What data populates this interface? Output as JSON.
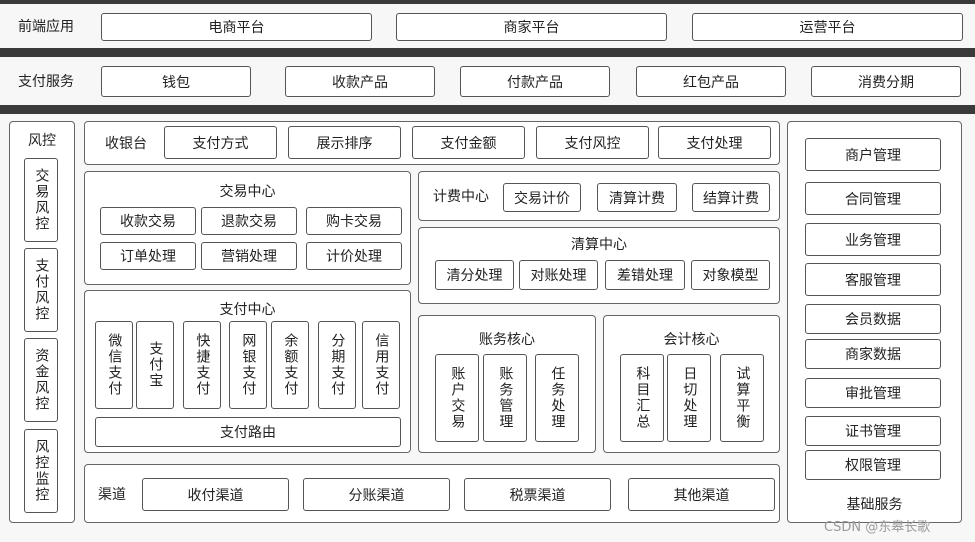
{
  "frontend": {
    "label": "前端应用",
    "items": [
      "电商平台",
      "商家平台",
      "运营平台"
    ]
  },
  "payment_services": {
    "label": "支付服务",
    "items": [
      "钱包",
      "收款产品",
      "付款产品",
      "红包产品",
      "消费分期"
    ]
  },
  "risk": {
    "title": "风控",
    "items": [
      "交易风控",
      "支付风控",
      "资金风控",
      "风控监控"
    ]
  },
  "cashier": {
    "label": "收银台",
    "items": [
      "支付方式",
      "展示排序",
      "支付金额",
      "支付风控",
      "支付处理"
    ]
  },
  "trade_center": {
    "title": "交易中心",
    "items": [
      "收款交易",
      "退款交易",
      "购卡交易",
      "订单处理",
      "营销处理",
      "计价处理"
    ]
  },
  "payment_center": {
    "title": "支付中心",
    "items": [
      "微信支付",
      "支付宝",
      "快捷支付",
      "网银支付",
      "余额支付",
      "分期支付",
      "信用支付"
    ],
    "route": "支付路由"
  },
  "billing_center": {
    "label": "计费中心",
    "items": [
      "交易计价",
      "清算计费",
      "结算计费"
    ]
  },
  "clearing_center": {
    "title": "清算中心",
    "items": [
      "清分处理",
      "对账处理",
      "差错处理",
      "对象模型"
    ]
  },
  "account_core": {
    "title": "账务核心",
    "items": [
      "账户交易",
      "账务管理",
      "任务处理"
    ]
  },
  "accounting_core": {
    "title": "会计核心",
    "items": [
      "科目汇总",
      "日切处理",
      "试算平衡"
    ]
  },
  "channel": {
    "label": "渠道",
    "items": [
      "收付渠道",
      "分账渠道",
      "税票渠道",
      "其他渠道"
    ]
  },
  "basic_services": {
    "title": "基础服务",
    "items": [
      "商户管理",
      "合同管理",
      "业务管理",
      "客服管理",
      "会员数据",
      "商家数据",
      "审批管理",
      "证书管理",
      "权限管理"
    ]
  },
  "watermark": "CSDN @东皋长歌"
}
